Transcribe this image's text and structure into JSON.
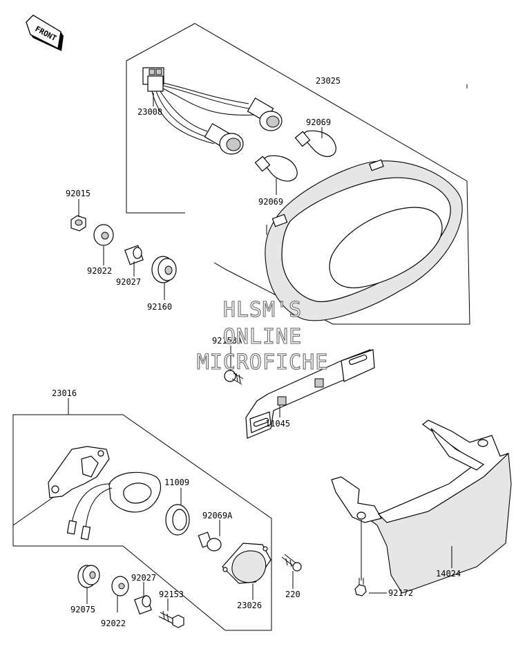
{
  "front_arrow": {
    "label": "FRONT"
  },
  "watermark": {
    "line1": "HLSM'S",
    "line2": "ONLINE",
    "line3": "MICROFICHE"
  },
  "callouts": [
    {
      "id": "23025",
      "text": "23025"
    },
    {
      "id": "23008",
      "text": "23008"
    },
    {
      "id": "92069_top",
      "text": "92069"
    },
    {
      "id": "92069_mid",
      "text": "92069"
    },
    {
      "id": "92015",
      "text": "92015"
    },
    {
      "id": "92022_top",
      "text": "92022"
    },
    {
      "id": "92027_top",
      "text": "92027"
    },
    {
      "id": "92160",
      "text": "92160"
    },
    {
      "id": "92153A",
      "text": "92153A"
    },
    {
      "id": "11045",
      "text": "11045"
    },
    {
      "id": "23016",
      "text": "23016"
    },
    {
      "id": "11009",
      "text": "11009"
    },
    {
      "id": "92069A",
      "text": "92069A"
    },
    {
      "id": "92075",
      "text": "92075"
    },
    {
      "id": "92027_bot",
      "text": "92027"
    },
    {
      "id": "92153",
      "text": "92153"
    },
    {
      "id": "92022_bot",
      "text": "92022"
    },
    {
      "id": "23026",
      "text": "23026"
    },
    {
      "id": "220",
      "text": "220"
    },
    {
      "id": "14024",
      "text": "14024"
    },
    {
      "id": "92172",
      "text": "92172"
    }
  ]
}
